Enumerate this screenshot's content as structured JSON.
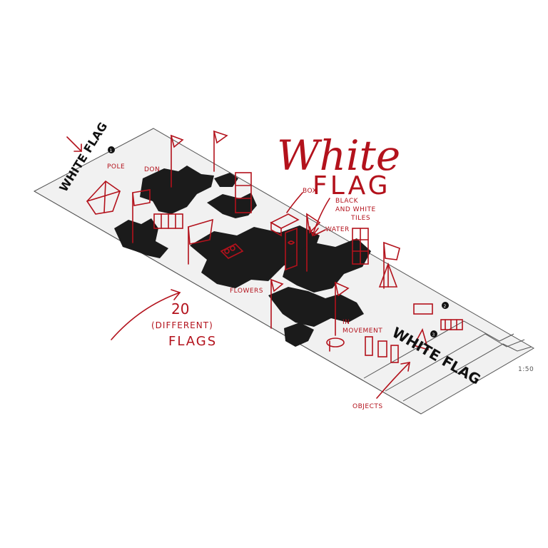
{
  "colors": {
    "ink_red": "#b3121c",
    "tile_black": "#1b1b1b",
    "floor": "#f1f1f1",
    "outline": "#555555",
    "accent_dark": "#111111"
  },
  "title": {
    "line1": "White",
    "line2": "FLAG"
  },
  "annotations": {
    "box": "BOX",
    "tiles_line1": "BLACK",
    "tiles_line2": "AND WHITE",
    "tiles_line3": "TILES",
    "water": "WATER",
    "flowers": "FLOWERS",
    "in_movement_line1": "IN",
    "in_movement_line2": "MOVEMENT",
    "objects": "OBJECTS",
    "flags_line1": "20",
    "flags_line2": "(DIFFERENT)",
    "flags_line3": "FLAGS",
    "pole_top": "POLE",
    "pole_top2": "DON"
  },
  "floor_lettering": {
    "entrance_sign": "WHITE FLAG",
    "exit_sign": "WHITE FLAG"
  },
  "markers": {
    "marker_1": "1",
    "marker_2": "2",
    "marker_3": "3"
  },
  "scale_note": "1:50"
}
